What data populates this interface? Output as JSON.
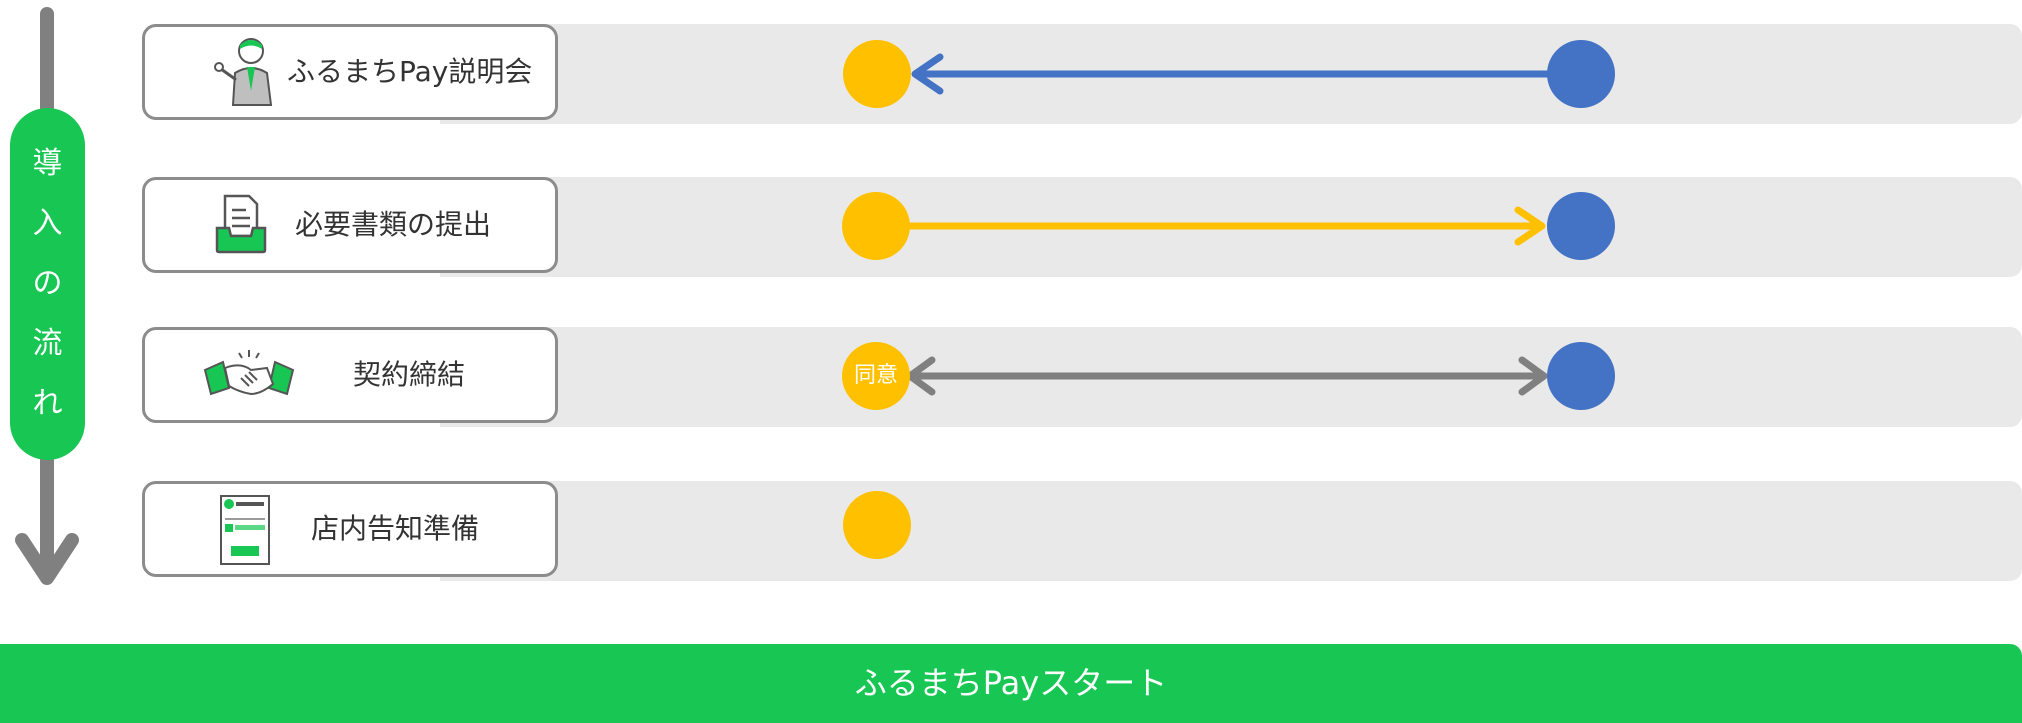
{
  "side_label": [
    "導",
    "入",
    "の",
    "流",
    "れ"
  ],
  "steps": [
    {
      "label": "ふるまちPay説明会",
      "icon": "presenter-icon"
    },
    {
      "label": "必要書類の提出",
      "icon": "document-tray-icon"
    },
    {
      "label": "契約締結",
      "icon": "handshake-icon"
    },
    {
      "label": "店内告知準備",
      "icon": "store-poster-icon"
    }
  ],
  "arrow_flows": [
    "blue-to-yellow",
    "yellow-to-blue",
    "two-way-gray"
  ],
  "agree_label": "同意",
  "start_label": "ふるまちPayスタート",
  "colors": {
    "green": "#17c653",
    "yellow": "#ffc000",
    "blue": "#4472c4",
    "gray_arrow": "#808080",
    "lane": "#e9e9e9"
  }
}
